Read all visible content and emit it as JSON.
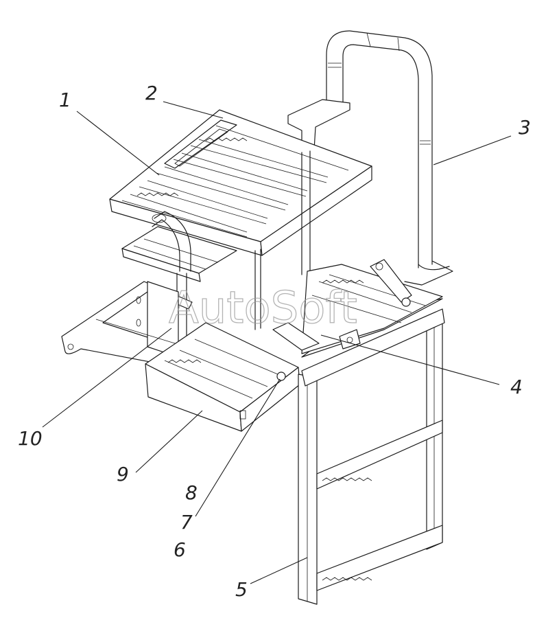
{
  "watermark": "AutoSoft",
  "callouts": [
    {
      "id": "1",
      "label": "1"
    },
    {
      "id": "2",
      "label": "2"
    },
    {
      "id": "3",
      "label": "3"
    },
    {
      "id": "4",
      "label": "4"
    },
    {
      "id": "5",
      "label": "5"
    },
    {
      "id": "6",
      "label": "6"
    },
    {
      "id": "7",
      "label": "7"
    },
    {
      "id": "8",
      "label": "8"
    },
    {
      "id": "9",
      "label": "9"
    },
    {
      "id": "10",
      "label": "10"
    }
  ]
}
